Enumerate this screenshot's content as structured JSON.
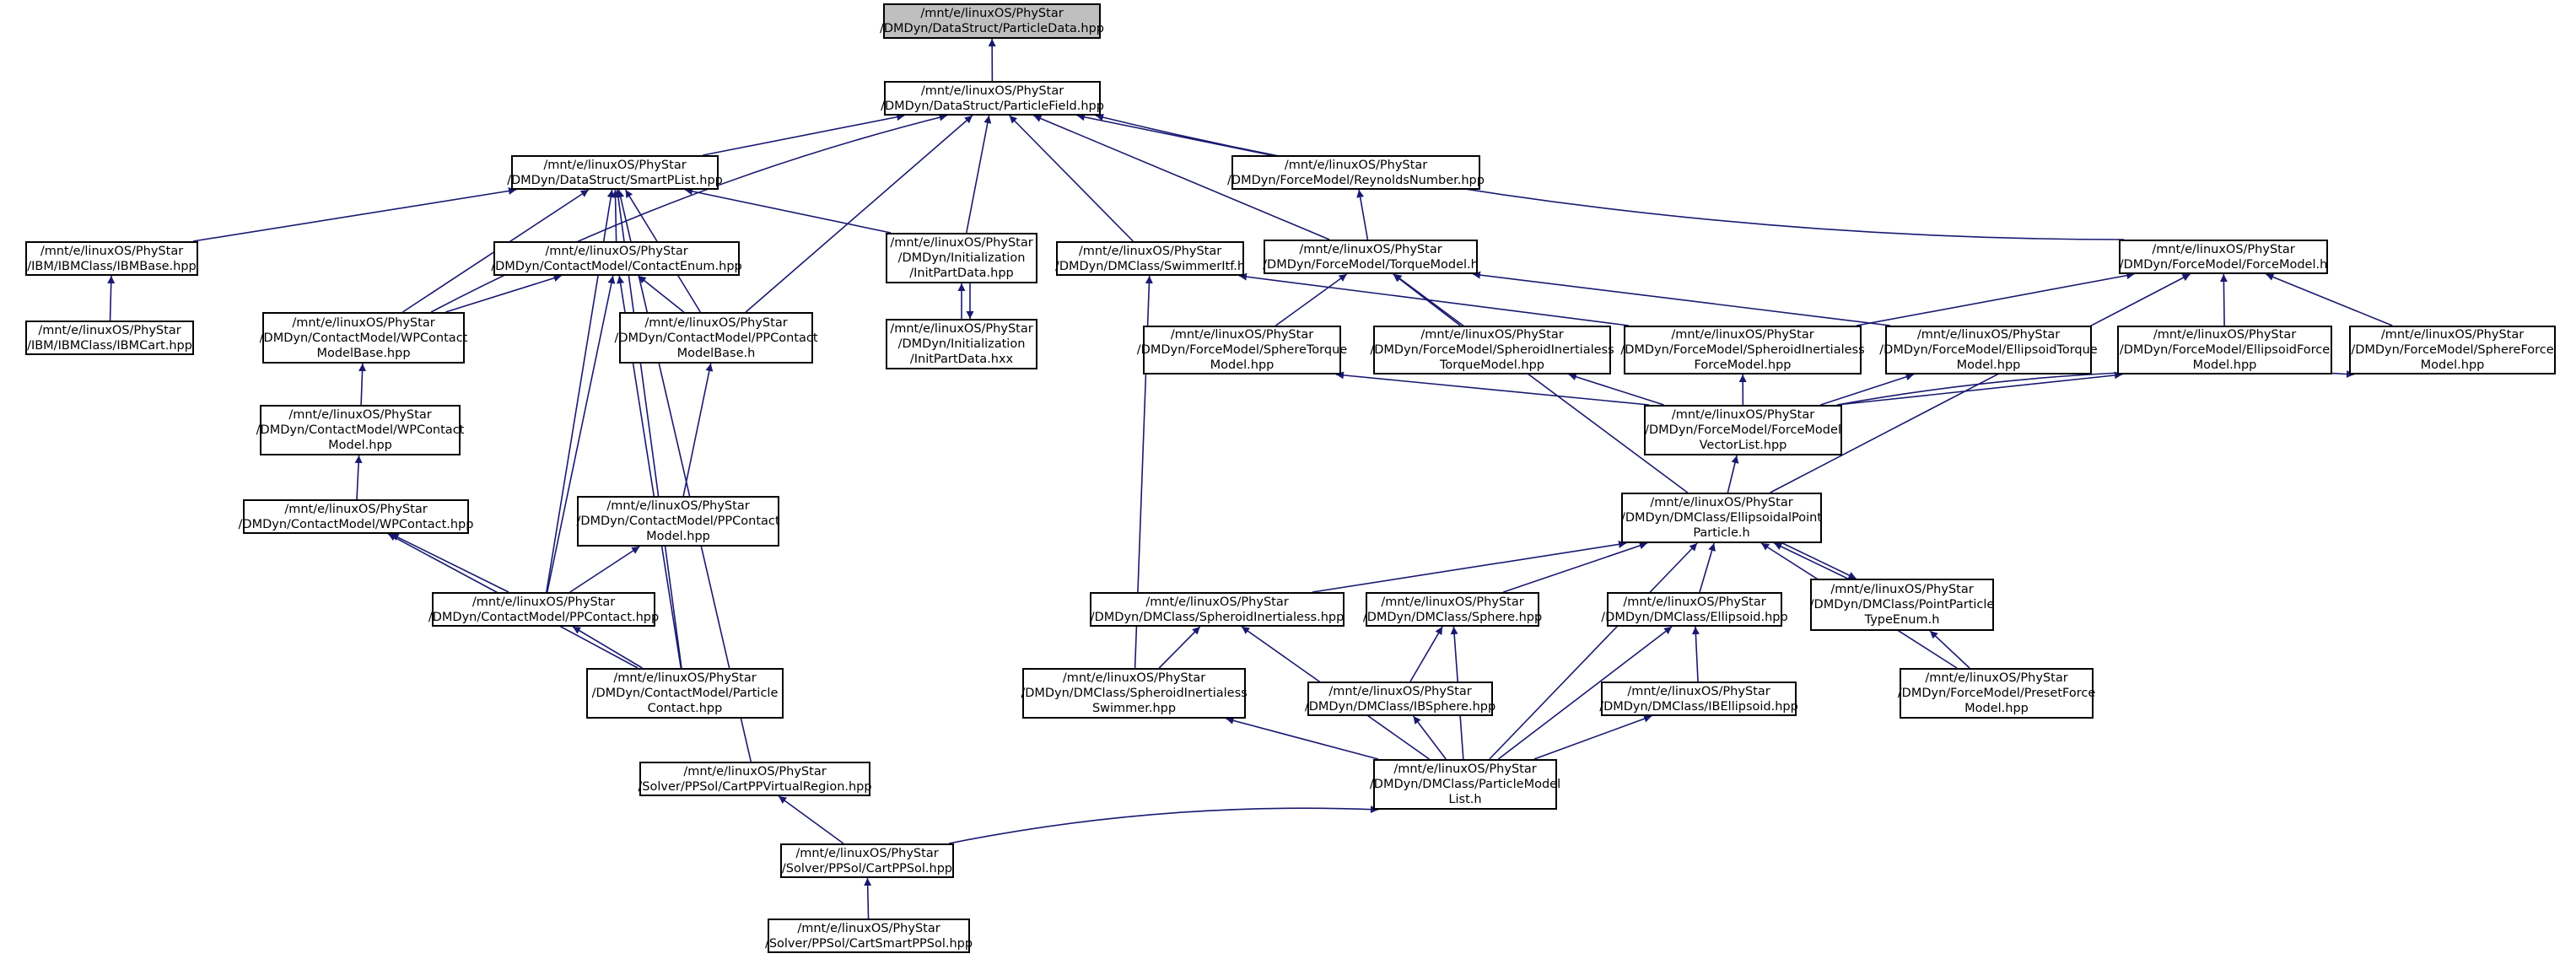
{
  "nodes": [
    {
      "id": "particledata",
      "lines": [
        "/mnt/e/linuxOS/PhyStar",
        "/DMDyn/DataStruct/ParticleData.hpp"
      ],
      "root": true
    },
    {
      "id": "particlefield",
      "lines": [
        "/mnt/e/linuxOS/PhyStar",
        "/DMDyn/DataStruct/ParticleField.hpp"
      ]
    },
    {
      "id": "smartplist",
      "lines": [
        "/mnt/e/linuxOS/PhyStar",
        "/DMDyn/DataStruct/SmartPList.hpp"
      ]
    },
    {
      "id": "reynoldsnumber",
      "lines": [
        "/mnt/e/linuxOS/PhyStar",
        "/DMDyn/ForceModel/ReynoldsNumber.hpp"
      ]
    },
    {
      "id": "ibmbase",
      "lines": [
        "/mnt/e/linuxOS/PhyStar",
        "/IBM/IBMClass/IBMBase.hpp"
      ]
    },
    {
      "id": "contactenum",
      "lines": [
        "/mnt/e/linuxOS/PhyStar",
        "/DMDyn/ContactModel/ContactEnum.hpp"
      ]
    },
    {
      "id": "initpartdata_hpp",
      "lines": [
        "/mnt/e/linuxOS/PhyStar",
        "/DMDyn/Initialization",
        "/InitPartData.hpp"
      ]
    },
    {
      "id": "swimmeritf",
      "lines": [
        "/mnt/e/linuxOS/PhyStar",
        "/DMDyn/DMClass/SwimmerItf.h"
      ]
    },
    {
      "id": "torquemodel",
      "lines": [
        "/mnt/e/linuxOS/PhyStar",
        "/DMDyn/ForceModel/TorqueModel.h"
      ]
    },
    {
      "id": "forcemodel",
      "lines": [
        "/mnt/e/linuxOS/PhyStar",
        "/DMDyn/ForceModel/ForceModel.h"
      ]
    },
    {
      "id": "ibmcart",
      "lines": [
        "/mnt/e/linuxOS/PhyStar",
        "/IBM/IBMClass/IBMCart.hpp"
      ]
    },
    {
      "id": "wpcontactmodelbase",
      "lines": [
        "/mnt/e/linuxOS/PhyStar",
        "/DMDyn/ContactModel/WPContact",
        "ModelBase.hpp"
      ]
    },
    {
      "id": "ppcontactmodelbase",
      "lines": [
        "/mnt/e/linuxOS/PhyStar",
        "/DMDyn/ContactModel/PPContact",
        "ModelBase.h"
      ]
    },
    {
      "id": "initpartdata_hxx",
      "lines": [
        "/mnt/e/linuxOS/PhyStar",
        "/DMDyn/Initialization",
        "/InitPartData.hxx"
      ]
    },
    {
      "id": "spheretorque",
      "lines": [
        "/mnt/e/linuxOS/PhyStar",
        "/DMDyn/ForceModel/SphereTorque",
        "Model.hpp"
      ]
    },
    {
      "id": "spheroidinertialesstorque",
      "lines": [
        "/mnt/e/linuxOS/PhyStar",
        "/DMDyn/ForceModel/SpheroidInertialess",
        "TorqueModel.hpp"
      ]
    },
    {
      "id": "spheroidinertialessforce",
      "lines": [
        "/mnt/e/linuxOS/PhyStar",
        "/DMDyn/ForceModel/SpheroidInertialess",
        "ForceModel.hpp"
      ]
    },
    {
      "id": "ellipsoidtorque",
      "lines": [
        "/mnt/e/linuxOS/PhyStar",
        "/DMDyn/ForceModel/EllipsoidTorque",
        "Model.hpp"
      ]
    },
    {
      "id": "ellipsoidforce",
      "lines": [
        "/mnt/e/linuxOS/PhyStar",
        "/DMDyn/ForceModel/EllipsoidForce",
        "Model.hpp"
      ]
    },
    {
      "id": "sphereforce",
      "lines": [
        "/mnt/e/linuxOS/PhyStar",
        "/DMDyn/ForceModel/SphereForce",
        "Model.hpp"
      ]
    },
    {
      "id": "wpcontactmodel",
      "lines": [
        "/mnt/e/linuxOS/PhyStar",
        "/DMDyn/ContactModel/WPContact",
        "Model.hpp"
      ]
    },
    {
      "id": "forcemodelvectorlist",
      "lines": [
        "/mnt/e/linuxOS/PhyStar",
        "/DMDyn/ForceModel/ForceModel",
        "VectorList.hpp"
      ]
    },
    {
      "id": "wpcontact",
      "lines": [
        "/mnt/e/linuxOS/PhyStar",
        "/DMDyn/ContactModel/WPContact.hpp"
      ]
    },
    {
      "id": "ppcontactmodel",
      "lines": [
        "/mnt/e/linuxOS/PhyStar",
        "/DMDyn/ContactModel/PPContact",
        "Model.hpp"
      ]
    },
    {
      "id": "ellipsoidalpoint",
      "lines": [
        "/mnt/e/linuxOS/PhyStar",
        "/DMDyn/DMClass/EllipsoidalPoint",
        "Particle.h"
      ]
    },
    {
      "id": "ppcontact",
      "lines": [
        "/mnt/e/linuxOS/PhyStar",
        "/DMDyn/ContactModel/PPContact.hpp"
      ]
    },
    {
      "id": "spheroidinertialess",
      "lines": [
        "/mnt/e/linuxOS/PhyStar",
        "/DMDyn/DMClass/SpheroidInertialess.hpp"
      ]
    },
    {
      "id": "sphere",
      "lines": [
        "/mnt/e/linuxOS/PhyStar",
        "/DMDyn/DMClass/Sphere.hpp"
      ]
    },
    {
      "id": "ellipsoid",
      "lines": [
        "/mnt/e/linuxOS/PhyStar",
        "/DMDyn/DMClass/Ellipsoid.hpp"
      ]
    },
    {
      "id": "pointparticletypeenum",
      "lines": [
        "/mnt/e/linuxOS/PhyStar",
        "/DMDyn/DMClass/PointParticle",
        "TypeEnum.h"
      ]
    },
    {
      "id": "particlecontact",
      "lines": [
        "/mnt/e/linuxOS/PhyStar",
        "/DMDyn/ContactModel/Particle",
        "Contact.hpp"
      ]
    },
    {
      "id": "spheroidinertialessswimmer",
      "lines": [
        "/mnt/e/linuxOS/PhyStar",
        "/DMDyn/DMClass/SpheroidInertialess",
        "Swimmer.hpp"
      ]
    },
    {
      "id": "ibsphere",
      "lines": [
        "/mnt/e/linuxOS/PhyStar",
        "/DMDyn/DMClass/IBSphere.hpp"
      ]
    },
    {
      "id": "ibellipsoid",
      "lines": [
        "/mnt/e/linuxOS/PhyStar",
        "/DMDyn/DMClass/IBEllipsoid.hpp"
      ]
    },
    {
      "id": "presetforce",
      "lines": [
        "/mnt/e/linuxOS/PhyStar",
        "/DMDyn/ForceModel/PresetForce",
        "Model.hpp"
      ]
    },
    {
      "id": "cartppvirtualregion",
      "lines": [
        "/mnt/e/linuxOS/PhyStar",
        "/Solver/PPSol/CartPPVirtualRegion.hpp"
      ]
    },
    {
      "id": "particlemodellist",
      "lines": [
        "/mnt/e/linuxOS/PhyStar",
        "/DMDyn/DMClass/ParticleModel",
        "List.h"
      ]
    },
    {
      "id": "cartppsol",
      "lines": [
        "/mnt/e/linuxOS/PhyStar",
        "/Solver/PPSol/CartPPSol.hpp"
      ]
    },
    {
      "id": "cartsmartppsol",
      "lines": [
        "/mnt/e/linuxOS/PhyStar",
        "/Solver/PPSol/CartSmartPPSol.hpp"
      ]
    }
  ],
  "edges": [
    [
      "particlefield",
      "particledata"
    ],
    [
      "smartplist",
      "particlefield"
    ],
    [
      "reynoldsnumber",
      "particlefield"
    ],
    [
      "wpcontactmodelbase",
      "particlefield"
    ],
    [
      "ppcontactmodelbase",
      "particlefield"
    ],
    [
      "initpartdata_hpp",
      "particlefield"
    ],
    [
      "swimmeritf",
      "particlefield"
    ],
    [
      "torquemodel",
      "particlefield"
    ],
    [
      "forcemodel",
      "particlefield"
    ],
    [
      "ibmbase",
      "smartplist"
    ],
    [
      "contactenum",
      "smartplist"
    ],
    [
      "wpcontactmodelbase",
      "smartplist"
    ],
    [
      "ppcontactmodelbase",
      "smartplist"
    ],
    [
      "initpartdata_hpp",
      "smartplist"
    ],
    [
      "ppcontact",
      "smartplist"
    ],
    [
      "particlecontact",
      "smartplist"
    ],
    [
      "cartppvirtualregion",
      "smartplist"
    ],
    [
      "torquemodel",
      "reynoldsnumber"
    ],
    [
      "ibmcart",
      "ibmbase"
    ],
    [
      "wpcontactmodelbase",
      "contactenum"
    ],
    [
      "ppcontactmodelbase",
      "contactenum"
    ],
    [
      "ppcontact",
      "contactenum"
    ],
    [
      "particlecontact",
      "contactenum"
    ],
    [
      "initpartdata_hxx",
      "initpartdata_hpp"
    ],
    [
      "initpartdata_hpp",
      "initpartdata_hxx"
    ],
    [
      "spheroidinertialessforce",
      "swimmeritf"
    ],
    [
      "spheroidinertialessswimmer",
      "swimmeritf"
    ],
    [
      "spheretorque",
      "torquemodel"
    ],
    [
      "spheroidinertialesstorque",
      "torquemodel"
    ],
    [
      "ellipsoidtorque",
      "torquemodel"
    ],
    [
      "ellipsoidalpoint",
      "torquemodel"
    ],
    [
      "spheroidinertialessforce",
      "forcemodel"
    ],
    [
      "ellipsoidforce",
      "forcemodel"
    ],
    [
      "sphereforce",
      "forcemodel"
    ],
    [
      "ellipsoidalpoint",
      "forcemodel"
    ],
    [
      "wpcontactmodel",
      "wpcontactmodelbase"
    ],
    [
      "ppcontactmodel",
      "ppcontactmodelbase"
    ],
    [
      "forcemodelvectorlist",
      "spheretorque"
    ],
    [
      "forcemodelvectorlist",
      "spheroidinertialesstorque"
    ],
    [
      "forcemodelvectorlist",
      "spheroidinertialessforce"
    ],
    [
      "forcemodelvectorlist",
      "ellipsoidtorque"
    ],
    [
      "forcemodelvectorlist",
      "ellipsoidforce"
    ],
    [
      "forcemodelvectorlist",
      "sphereforce"
    ],
    [
      "wpcontact",
      "wpcontactmodel"
    ],
    [
      "ellipsoidalpoint",
      "forcemodelvectorlist"
    ],
    [
      "ppcontact",
      "wpcontact"
    ],
    [
      "particlecontact",
      "wpcontact"
    ],
    [
      "ppcontact",
      "ppcontactmodel"
    ],
    [
      "spheroidinertialess",
      "ellipsoidalpoint"
    ],
    [
      "sphere",
      "ellipsoidalpoint"
    ],
    [
      "ellipsoid",
      "ellipsoidalpoint"
    ],
    [
      "pointparticletypeenum",
      "ellipsoidalpoint"
    ],
    [
      "ellipsoidalpoint",
      "pointparticletypeenum"
    ],
    [
      "presetforce",
      "ellipsoidalpoint"
    ],
    [
      "particlemodellist",
      "ellipsoidalpoint"
    ],
    [
      "particlecontact",
      "ppcontact"
    ],
    [
      "spheroidinertialessswimmer",
      "spheroidinertialess"
    ],
    [
      "particlemodellist",
      "spheroidinertialess"
    ],
    [
      "ibsphere",
      "sphere"
    ],
    [
      "particlemodellist",
      "sphere"
    ],
    [
      "ibellipsoid",
      "ellipsoid"
    ],
    [
      "particlemodellist",
      "ellipsoid"
    ],
    [
      "presetforce",
      "pointparticletypeenum"
    ],
    [
      "particlemodellist",
      "spheroidinertialessswimmer"
    ],
    [
      "particlemodellist",
      "ibsphere"
    ],
    [
      "particlemodellist",
      "ibellipsoid"
    ],
    [
      "cartppsol",
      "cartppvirtualregion"
    ],
    [
      "cartppsol",
      "particlemodellist"
    ],
    [
      "cartsmartppsol",
      "cartppsol"
    ]
  ],
  "colors": {
    "edge": "#191970",
    "border": "#000000",
    "root_fill": "#bfbfbf",
    "node_fill": "#ffffff"
  }
}
